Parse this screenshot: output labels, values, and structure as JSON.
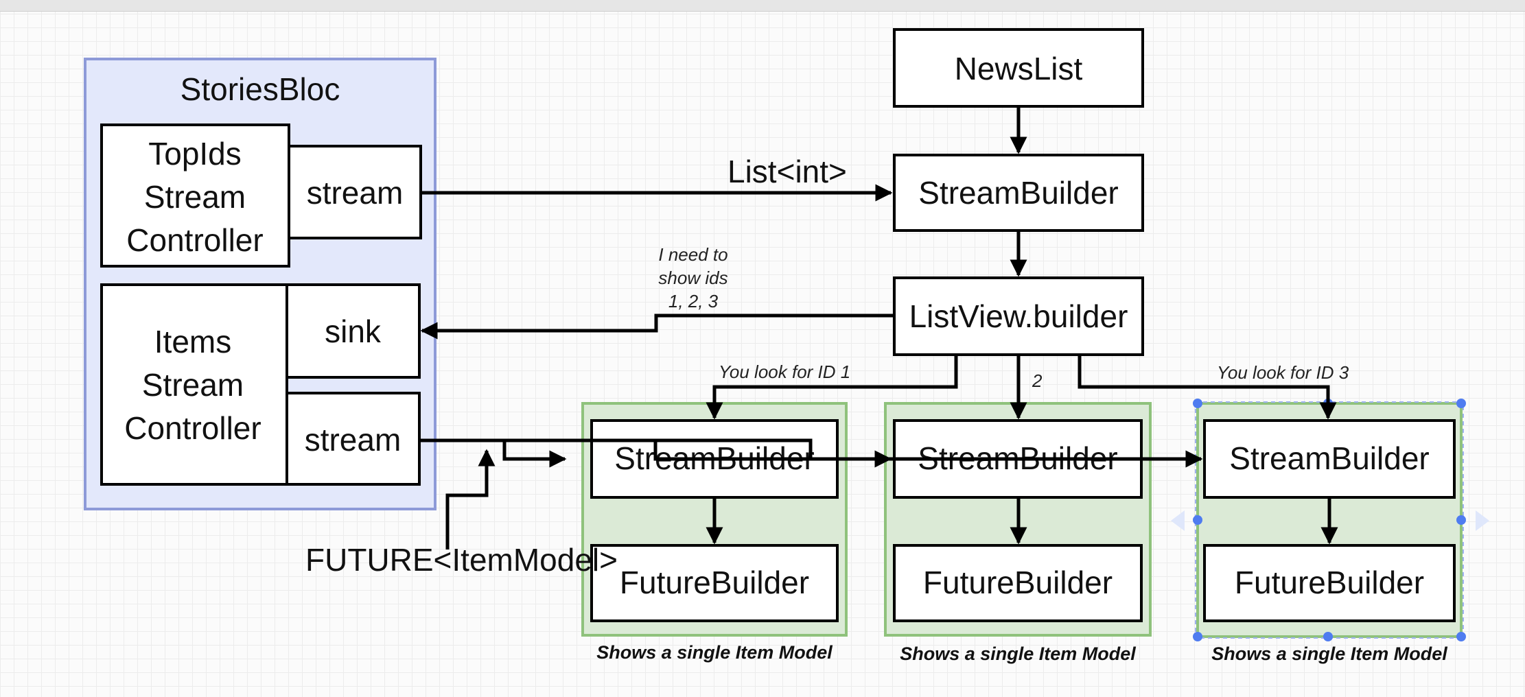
{
  "stories_bloc": {
    "title": "StoriesBloc",
    "top_ids_controller": [
      "TopIds",
      "Stream",
      "Controller"
    ],
    "top_ids_stream": "stream",
    "items_controller": [
      "Items",
      "Stream",
      "Controller"
    ],
    "items_sink": "sink",
    "items_stream": "stream"
  },
  "widgets": {
    "news_list": "NewsList",
    "stream_builder": "StreamBuilder",
    "list_view_builder": "ListView.builder"
  },
  "labels": {
    "list_int": "List<int>",
    "need_ids": [
      "I need to",
      "show ids",
      "1, 2, 3"
    ],
    "look_id_1": "You look for ID 1",
    "look_id_2": "2",
    "look_id_3": "You look for ID 3",
    "future_item_model": "FUTURE<ItemModel>"
  },
  "item_groups": [
    {
      "stream_builder": "StreamBuilder",
      "future_builder": "FutureBuilder",
      "caption": "Shows a single Item Model"
    },
    {
      "stream_builder": "StreamBuilder",
      "future_builder": "FutureBuilder",
      "caption": "Shows a single Item Model"
    },
    {
      "stream_builder": "StreamBuilder",
      "future_builder": "FutureBuilder",
      "caption": "Shows a single Item Model"
    }
  ],
  "colors": {
    "bloc_fill": "#e3e8fb",
    "bloc_border": "#8d9ad8",
    "group_fill": "#dbead6",
    "group_border": "#8fc27c",
    "selection_handle": "#4f7cf0"
  }
}
